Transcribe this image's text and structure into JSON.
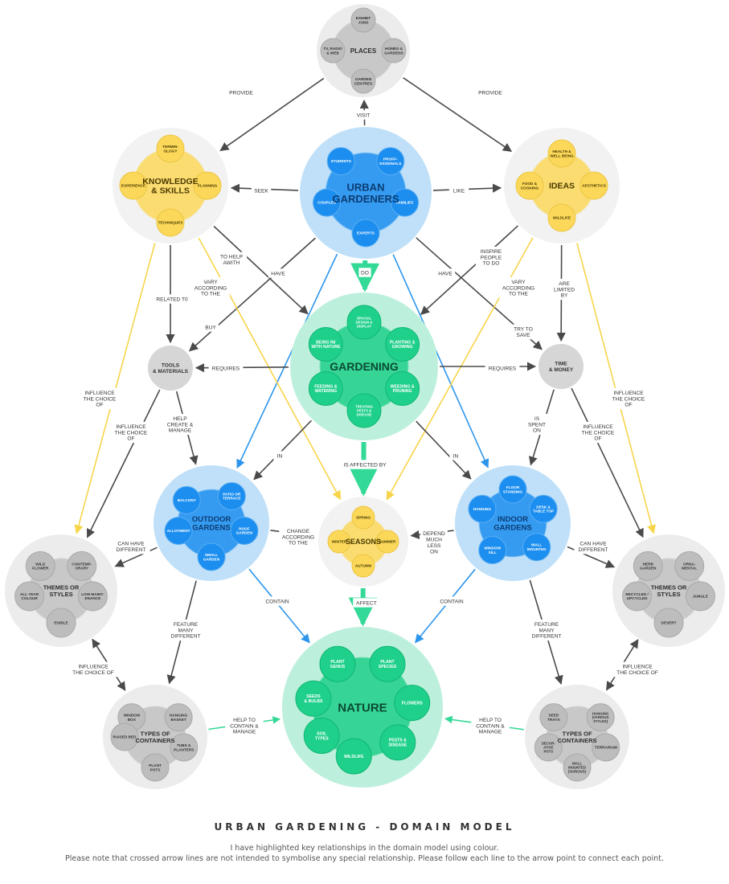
{
  "colors": {
    "blue_outer": "#bfe0f8",
    "blue_inner": "#1c8ef0",
    "green_outer": "#bdf0dc",
    "green_inner": "#1fd08a",
    "yellow_outer": "#f2f2f2",
    "yellow_inner": "#fbd85a",
    "grey_outer": "#ececec",
    "grey_inner": "#c2c2c2",
    "arrow_grey": "#4a4a4a",
    "arrow_blue": "#2d96ec",
    "arrow_yellow": "#f7d54a",
    "arrow_green": "#33d996"
  },
  "nodes": [
    {
      "id": "places",
      "title": "PLACES",
      "scheme": "grey",
      "sub": [
        "EXHIBIT\n-IONS",
        "HOMES &\nGARDENS",
        "GARDEN\nCENTRES",
        "TV, RADIO\n& WEB"
      ]
    },
    {
      "id": "knowledge",
      "title": "KNOWLEDGE\n& SKILLS",
      "scheme": "yellow",
      "sub": [
        "TERMIN-\nOLOGY",
        "PLANNING",
        "TECHNIQUES",
        "EXPERIENCE"
      ]
    },
    {
      "id": "urban",
      "title": "URBAN\nGARDENERS",
      "scheme": "blue",
      "sub": [
        "STUDENTS",
        "PROFF-\nESSIONALS",
        "FAMILIES",
        "EXPERTS",
        "COUPLES"
      ]
    },
    {
      "id": "ideas",
      "title": "IDEAS",
      "scheme": "yellow",
      "sub": [
        "HEALTH &\nWELL BEING",
        "AESTHETICS",
        "WILDLIFE",
        "FOOD &\nCOOKING"
      ]
    },
    {
      "id": "tools",
      "title": "TOOLS\n& MATERIALS",
      "scheme": "plain",
      "sub": []
    },
    {
      "id": "gardening",
      "title": "GARDENING",
      "scheme": "green",
      "sub": [
        "SPACIAL\nDESIGN &\nDISPLAY",
        "PLANTING &\nGROWING",
        "WEEDING &\nPRUNING",
        "TREATING\nPESTS &\nDISEASE",
        "FEEDING &\nWATERING",
        "BEING IN/\nWITH NATURE"
      ]
    },
    {
      "id": "time",
      "title": "TIME\n& MONEY",
      "scheme": "plain",
      "sub": []
    },
    {
      "id": "outdoor",
      "title": "OUTDOOR\nGARDENS",
      "scheme": "blue",
      "sub": [
        "BALCONY",
        "PATIO OR\nTERRACE",
        "ROOF\nGARDEN",
        "SMALL\nGARDEN",
        "ALLOTMENT"
      ]
    },
    {
      "id": "seasons",
      "title": "SEASONS",
      "scheme": "yellow",
      "sub": [
        "SPRING",
        "SUMMER",
        "AUTUMN",
        "WINTER"
      ]
    },
    {
      "id": "indoor",
      "title": "INDOOR\nGARDENS",
      "scheme": "blue",
      "sub": [
        "FLOOR\nSTANDING",
        "DESK &\nTABLE TOP",
        "WALL\nMOUNTED",
        "WINDOW\nSILL",
        "HANGING"
      ]
    },
    {
      "id": "themes_left",
      "title": "THEMES OR\nSTYLES",
      "scheme": "grey",
      "sub": [
        "WILD\nFLOWER",
        "CONTEMP-\nORARY",
        "LOW MAINT-\nENANCE",
        "EDIBLE",
        "ALL YEAR\nCOLOUR"
      ]
    },
    {
      "id": "themes_right",
      "title": "THEMES OR\nSTYLES",
      "scheme": "grey",
      "sub": [
        "HERB\nGARDEN",
        "ORNA-\nMENTAL",
        "JUNGLE",
        "DESERT",
        "RECYCLED /\nUPCYCLED"
      ]
    },
    {
      "id": "nature",
      "title": "NATURE",
      "scheme": "green",
      "sub": [
        "PLANT\nGENUS",
        "PLANT\nSPECIES",
        "FLOWERS",
        "PESTS &\nDISEASE",
        "WILDLIFE",
        "SOIL\nTYPES",
        "SEEDS\n& BULBS"
      ]
    },
    {
      "id": "containers_left",
      "title": "TYPES OF\nCONTAINERS",
      "scheme": "grey",
      "sub": [
        "WINDOW\nBOX",
        "HANGING\nBASKET",
        "TUBS &\nPLANTERS",
        "PLANT\nPOTS",
        "RAISED BED"
      ]
    },
    {
      "id": "containers_right",
      "title": "TYPES OF\nCONTAINERS",
      "scheme": "grey",
      "sub": [
        "SEED\nTRAYS",
        "HANGING\n(VARIOUS\nSTYLES)",
        "TERRARIUM",
        "WALL\nMOUNTED\n(VARIOUS)",
        "DECOR-\nATIVE\nPOTS"
      ]
    }
  ],
  "edges": [
    {
      "from": "urban",
      "to": "places",
      "label": "VISIT",
      "color": "grey"
    },
    {
      "from": "places",
      "to": "knowledge",
      "label": "PROVIDE",
      "color": "grey"
    },
    {
      "from": "places",
      "to": "ideas",
      "label": "PROVIDE",
      "color": "grey"
    },
    {
      "from": "urban",
      "to": "knowledge",
      "label": "SEEK",
      "color": "grey"
    },
    {
      "from": "urban",
      "to": "ideas",
      "label": "LIKE",
      "color": "grey"
    },
    {
      "from": "urban",
      "to": "gardening",
      "label": "DO",
      "color": "green"
    },
    {
      "from": "urban",
      "to": "tools",
      "label": "BUY",
      "color": "grey"
    },
    {
      "from": "urban",
      "to": "time",
      "label": "TRY TO\nSAVE",
      "color": "grey"
    },
    {
      "from": "urban",
      "to": "outdoor",
      "label": "HAVE",
      "color": "blue"
    },
    {
      "from": "urban",
      "to": "indoor",
      "label": "HAVE",
      "color": "blue"
    },
    {
      "from": "knowledge",
      "to": "tools",
      "label": "RELATED T0",
      "color": "grey"
    },
    {
      "from": "knowledge",
      "to": "gardening",
      "label": "TO HELP\nAWITH",
      "color": "grey"
    },
    {
      "from": "knowledge",
      "to": "seasons",
      "label": "VARY\nACCORDING\nTO THE",
      "color": "yellow"
    },
    {
      "from": "knowledge",
      "to": "themes_left",
      "label": "INFLUENCE\nTHE CHOICE\nOF",
      "color": "yellow"
    },
    {
      "from": "ideas",
      "to": "gardening",
      "label": "INSPIRE\nPEOPLE\nTO DO",
      "color": "grey"
    },
    {
      "from": "ideas",
      "to": "time",
      "label": "ARE\nLIMITED\nBY",
      "color": "grey"
    },
    {
      "from": "ideas",
      "to": "seasons",
      "label": "VARY\nACCORDING\nTO THE",
      "color": "yellow"
    },
    {
      "from": "ideas",
      "to": "themes_right",
      "label": "INFLUENCE\nTHE CHOICE\nOF",
      "color": "yellow"
    },
    {
      "from": "gardening",
      "to": "tools",
      "label": "REQUIRES",
      "color": "grey"
    },
    {
      "from": "gardening",
      "to": "time",
      "label": "REQUIRES",
      "color": "grey"
    },
    {
      "from": "gardening",
      "to": "outdoor",
      "label": "IN",
      "color": "grey"
    },
    {
      "from": "gardening",
      "to": "indoor",
      "label": "IN",
      "color": "grey"
    },
    {
      "from": "gardening",
      "to": "seasons",
      "label": "IS AFFECTED BY",
      "color": "green"
    },
    {
      "from": "tools",
      "to": "outdoor",
      "label": "HELP\nCREATE &\nMANAGE",
      "color": "grey"
    },
    {
      "from": "tools",
      "to": "themes_left",
      "label": "INFLUENCE\nTHE CHOICE\nOF",
      "color": "grey"
    },
    {
      "from": "time",
      "to": "indoor",
      "label": "IS\nSPENT\nON",
      "color": "grey"
    },
    {
      "from": "time",
      "to": "themes_right",
      "label": "INFLUENCE\nTHE CHOICE\nOF",
      "color": "grey"
    },
    {
      "from": "outdoor",
      "to": "seasons",
      "label": "CHANGE\nACCORDING\nTO THE",
      "color": "grey"
    },
    {
      "from": "indoor",
      "to": "seasons",
      "label": "DEPEND\nMUCH\nLESS\nON",
      "color": "grey"
    },
    {
      "from": "outdoor",
      "to": "themes_left",
      "label": "CAN HAVE\nDIFFERENT",
      "color": "grey"
    },
    {
      "from": "indoor",
      "to": "themes_right",
      "label": "CAN HAVE\nDIFFERENT",
      "color": "grey"
    },
    {
      "from": "outdoor",
      "to": "nature",
      "label": "CONTAIN",
      "color": "blue"
    },
    {
      "from": "indoor",
      "to": "nature",
      "label": "CONTAIN",
      "color": "blue"
    },
    {
      "from": "seasons",
      "to": "nature",
      "label": "AFFECT",
      "color": "green"
    },
    {
      "from": "outdoor",
      "to": "containers_left",
      "label": "FEATURE\nMANY\nDIFFERENT",
      "color": "grey"
    },
    {
      "from": "indoor",
      "to": "containers_right",
      "label": "FEATURE\nMANY\nDIFFERENT",
      "color": "grey"
    },
    {
      "from": "themes_left",
      "to": "containers_left",
      "label": "INFLUENCE\nTHE CHOICE OF",
      "color": "grey",
      "both": true
    },
    {
      "from": "themes_right",
      "to": "containers_right",
      "label": "INFLUENCE\nTHE CHOICE OF",
      "color": "grey",
      "both": true
    },
    {
      "from": "containers_left",
      "to": "nature",
      "label": "HELP TO\nCONTAIN &\nMANAGE",
      "color": "green"
    },
    {
      "from": "containers_right",
      "to": "nature",
      "label": "HELP TO\nCONTAIN &\nMANAGE",
      "color": "green"
    }
  ],
  "footer": {
    "title": "URBAN GARDENING - DOMAIN MODEL",
    "note1": "I have highlighted key relationships in the domain model using colour.",
    "note2": "Please note that crossed arrow lines are not intended to symbolise any special relationship. Please follow each line to the arrow point to connect each point."
  }
}
